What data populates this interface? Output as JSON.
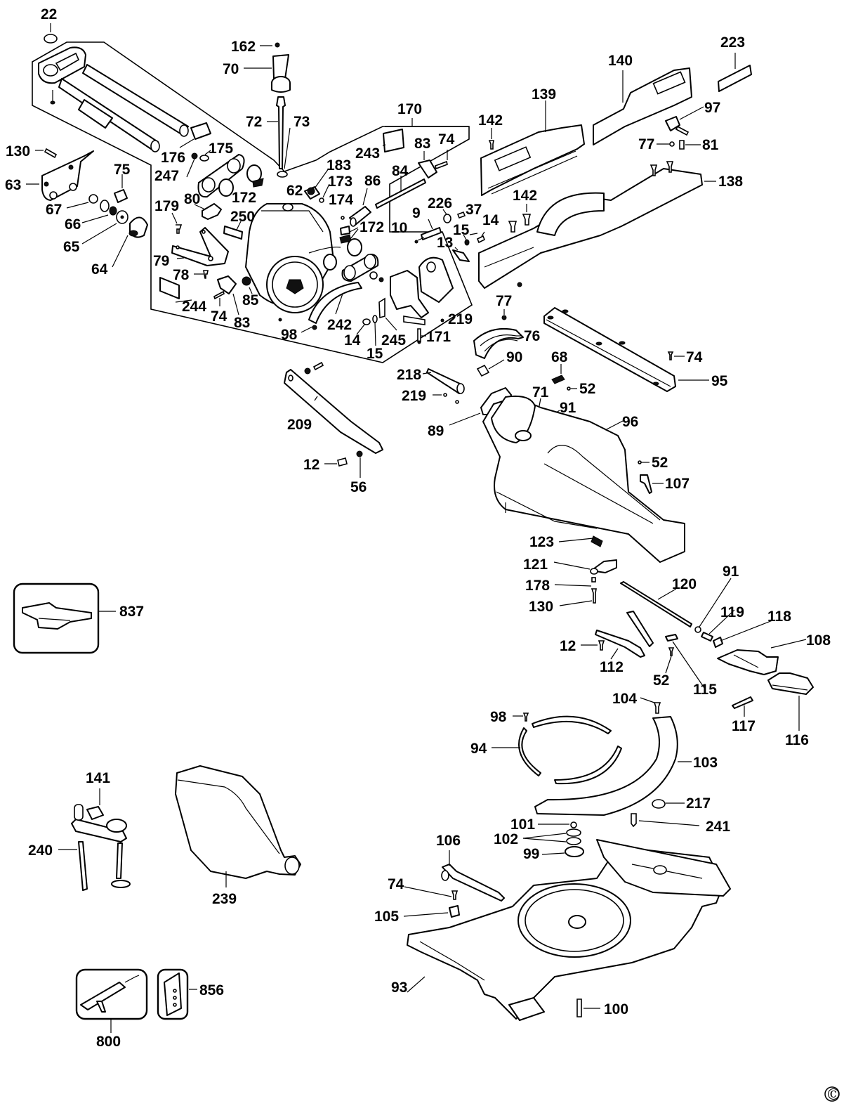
{
  "diagram": {
    "type": "exploded-parts-diagram",
    "subject": "sliding compound miter saw",
    "copyright_symbol": "©",
    "callouts": [
      {
        "id": "c-22",
        "label": "22"
      },
      {
        "id": "c-162",
        "label": "162"
      },
      {
        "id": "c-70",
        "label": "70"
      },
      {
        "id": "c-72",
        "label": "72"
      },
      {
        "id": "c-73",
        "label": "73"
      },
      {
        "id": "c-130a",
        "label": "130"
      },
      {
        "id": "c-63",
        "label": "63"
      },
      {
        "id": "c-75",
        "label": "75"
      },
      {
        "id": "c-67",
        "label": "67"
      },
      {
        "id": "c-66",
        "label": "66"
      },
      {
        "id": "c-65",
        "label": "65"
      },
      {
        "id": "c-64",
        "label": "64"
      },
      {
        "id": "c-176",
        "label": "176"
      },
      {
        "id": "c-175",
        "label": "175"
      },
      {
        "id": "c-247",
        "label": "247"
      },
      {
        "id": "c-172a",
        "label": "172"
      },
      {
        "id": "c-62",
        "label": "62"
      },
      {
        "id": "c-179",
        "label": "179"
      },
      {
        "id": "c-80",
        "label": "80"
      },
      {
        "id": "c-250",
        "label": "250"
      },
      {
        "id": "c-79",
        "label": "79"
      },
      {
        "id": "c-78",
        "label": "78"
      },
      {
        "id": "c-244",
        "label": "244"
      },
      {
        "id": "c-74a",
        "label": "74"
      },
      {
        "id": "c-83a",
        "label": "83"
      },
      {
        "id": "c-85",
        "label": "85"
      },
      {
        "id": "c-98a",
        "label": "98"
      },
      {
        "id": "c-242",
        "label": "242"
      },
      {
        "id": "c-14a",
        "label": "14"
      },
      {
        "id": "c-15a",
        "label": "15"
      },
      {
        "id": "c-245",
        "label": "245"
      },
      {
        "id": "c-171",
        "label": "171"
      },
      {
        "id": "c-219a",
        "label": "219"
      },
      {
        "id": "c-170",
        "label": "170"
      },
      {
        "id": "c-243",
        "label": "243"
      },
      {
        "id": "c-83b",
        "label": "83"
      },
      {
        "id": "c-74b",
        "label": "74"
      },
      {
        "id": "c-183",
        "label": "183"
      },
      {
        "id": "c-173",
        "label": "173"
      },
      {
        "id": "c-174",
        "label": "174"
      },
      {
        "id": "c-86",
        "label": "86"
      },
      {
        "id": "c-84",
        "label": "84"
      },
      {
        "id": "c-172b",
        "label": "172"
      },
      {
        "id": "c-226",
        "label": "226"
      },
      {
        "id": "c-37",
        "label": "37"
      },
      {
        "id": "c-9",
        "label": "9"
      },
      {
        "id": "c-10",
        "label": "10"
      },
      {
        "id": "c-15b",
        "label": "15"
      },
      {
        "id": "c-13",
        "label": "13"
      },
      {
        "id": "c-14b",
        "label": "14"
      },
      {
        "id": "c-142a",
        "label": "142"
      },
      {
        "id": "c-139",
        "label": "139"
      },
      {
        "id": "c-140",
        "label": "140"
      },
      {
        "id": "c-223",
        "label": "223"
      },
      {
        "id": "c-97",
        "label": "97"
      },
      {
        "id": "c-77a",
        "label": "77"
      },
      {
        "id": "c-81",
        "label": "81"
      },
      {
        "id": "c-138",
        "label": "138"
      },
      {
        "id": "c-142b",
        "label": "142"
      },
      {
        "id": "c-77b",
        "label": "77"
      },
      {
        "id": "c-76",
        "label": "76"
      },
      {
        "id": "c-90",
        "label": "90"
      },
      {
        "id": "c-74c",
        "label": "74"
      },
      {
        "id": "c-95",
        "label": "95"
      },
      {
        "id": "c-68",
        "label": "68"
      },
      {
        "id": "c-52a",
        "label": "52"
      },
      {
        "id": "c-71",
        "label": "71"
      },
      {
        "id": "c-91a",
        "label": "91"
      },
      {
        "id": "c-218",
        "label": "218"
      },
      {
        "id": "c-219b",
        "label": "219"
      },
      {
        "id": "c-89",
        "label": "89"
      },
      {
        "id": "c-209",
        "label": "209"
      },
      {
        "id": "c-12a",
        "label": "12"
      },
      {
        "id": "c-56",
        "label": "56"
      },
      {
        "id": "c-96",
        "label": "96"
      },
      {
        "id": "c-52b",
        "label": "52"
      },
      {
        "id": "c-107",
        "label": "107"
      },
      {
        "id": "c-123",
        "label": "123"
      },
      {
        "id": "c-121",
        "label": "121"
      },
      {
        "id": "c-178",
        "label": "178"
      },
      {
        "id": "c-130b",
        "label": "130"
      },
      {
        "id": "c-120",
        "label": "120"
      },
      {
        "id": "c-91b",
        "label": "91"
      },
      {
        "id": "c-119",
        "label": "119"
      },
      {
        "id": "c-118",
        "label": "118"
      },
      {
        "id": "c-108",
        "label": "108"
      },
      {
        "id": "c-12b",
        "label": "12"
      },
      {
        "id": "c-112",
        "label": "112"
      },
      {
        "id": "c-52c",
        "label": "52"
      },
      {
        "id": "c-115",
        "label": "115"
      },
      {
        "id": "c-117",
        "label": "117"
      },
      {
        "id": "c-116",
        "label": "116"
      },
      {
        "id": "c-837",
        "label": "837"
      },
      {
        "id": "c-104",
        "label": "104"
      },
      {
        "id": "c-98b",
        "label": "98"
      },
      {
        "id": "c-94",
        "label": "94"
      },
      {
        "id": "c-103",
        "label": "103"
      },
      {
        "id": "c-217",
        "label": "217"
      },
      {
        "id": "c-141",
        "label": "141"
      },
      {
        "id": "c-240",
        "label": "240"
      },
      {
        "id": "c-239",
        "label": "239"
      },
      {
        "id": "c-101",
        "label": "101"
      },
      {
        "id": "c-102",
        "label": "102"
      },
      {
        "id": "c-99",
        "label": "99"
      },
      {
        "id": "c-241",
        "label": "241"
      },
      {
        "id": "c-106",
        "label": "106"
      },
      {
        "id": "c-74d",
        "label": "74"
      },
      {
        "id": "c-105",
        "label": "105"
      },
      {
        "id": "c-93",
        "label": "93"
      },
      {
        "id": "c-100",
        "label": "100"
      },
      {
        "id": "c-856",
        "label": "856"
      },
      {
        "id": "c-800",
        "label": "800"
      }
    ]
  }
}
